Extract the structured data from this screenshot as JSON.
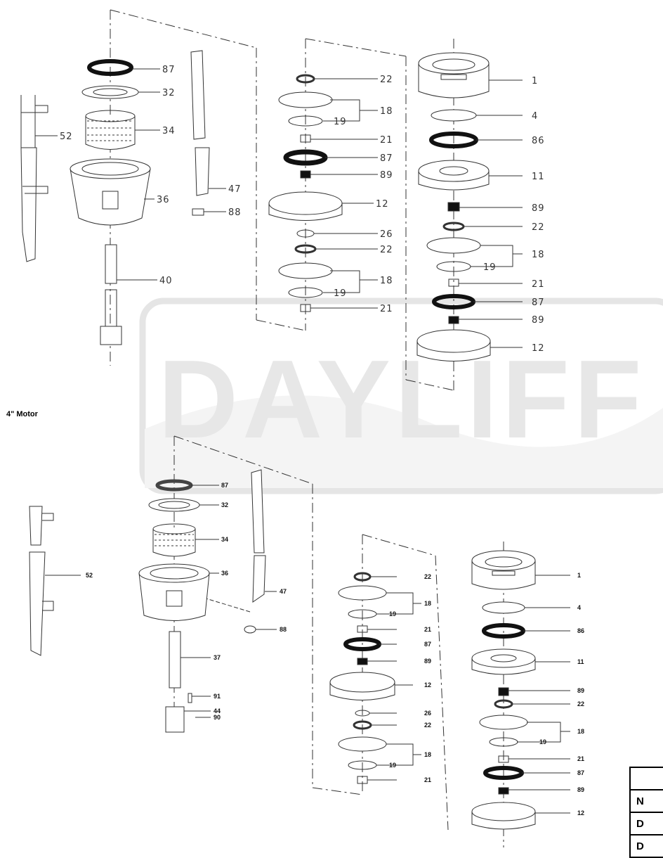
{
  "watermark": "DAYLIFF",
  "caption": "4\" Motor",
  "upper_labels": [
    "87",
    "32",
    "34",
    "52",
    "36",
    "47",
    "88",
    "40",
    "22",
    "18",
    "19",
    "21",
    "87",
    "89",
    "12",
    "26",
    "22",
    "18",
    "19",
    "21",
    "1",
    "4",
    "86",
    "11",
    "89",
    "22",
    "18",
    "19",
    "21",
    "87",
    "89",
    "12"
  ],
  "lower_labels": [
    "87",
    "32",
    "34",
    "52",
    "36",
    "47",
    "88",
    "37",
    "91",
    "44",
    "90",
    "22",
    "18",
    "19",
    "21",
    "87",
    "89",
    "12",
    "26",
    "22",
    "18",
    "19",
    "21",
    "1",
    "4",
    "86",
    "11",
    "89",
    "22",
    "18",
    "19",
    "21",
    "87",
    "89",
    "12"
  ],
  "table_rows": [
    "",
    "N",
    "D",
    "D"
  ],
  "colors": {
    "line": "#333333",
    "watermark": "#e7e7e7",
    "text": "#111111"
  }
}
